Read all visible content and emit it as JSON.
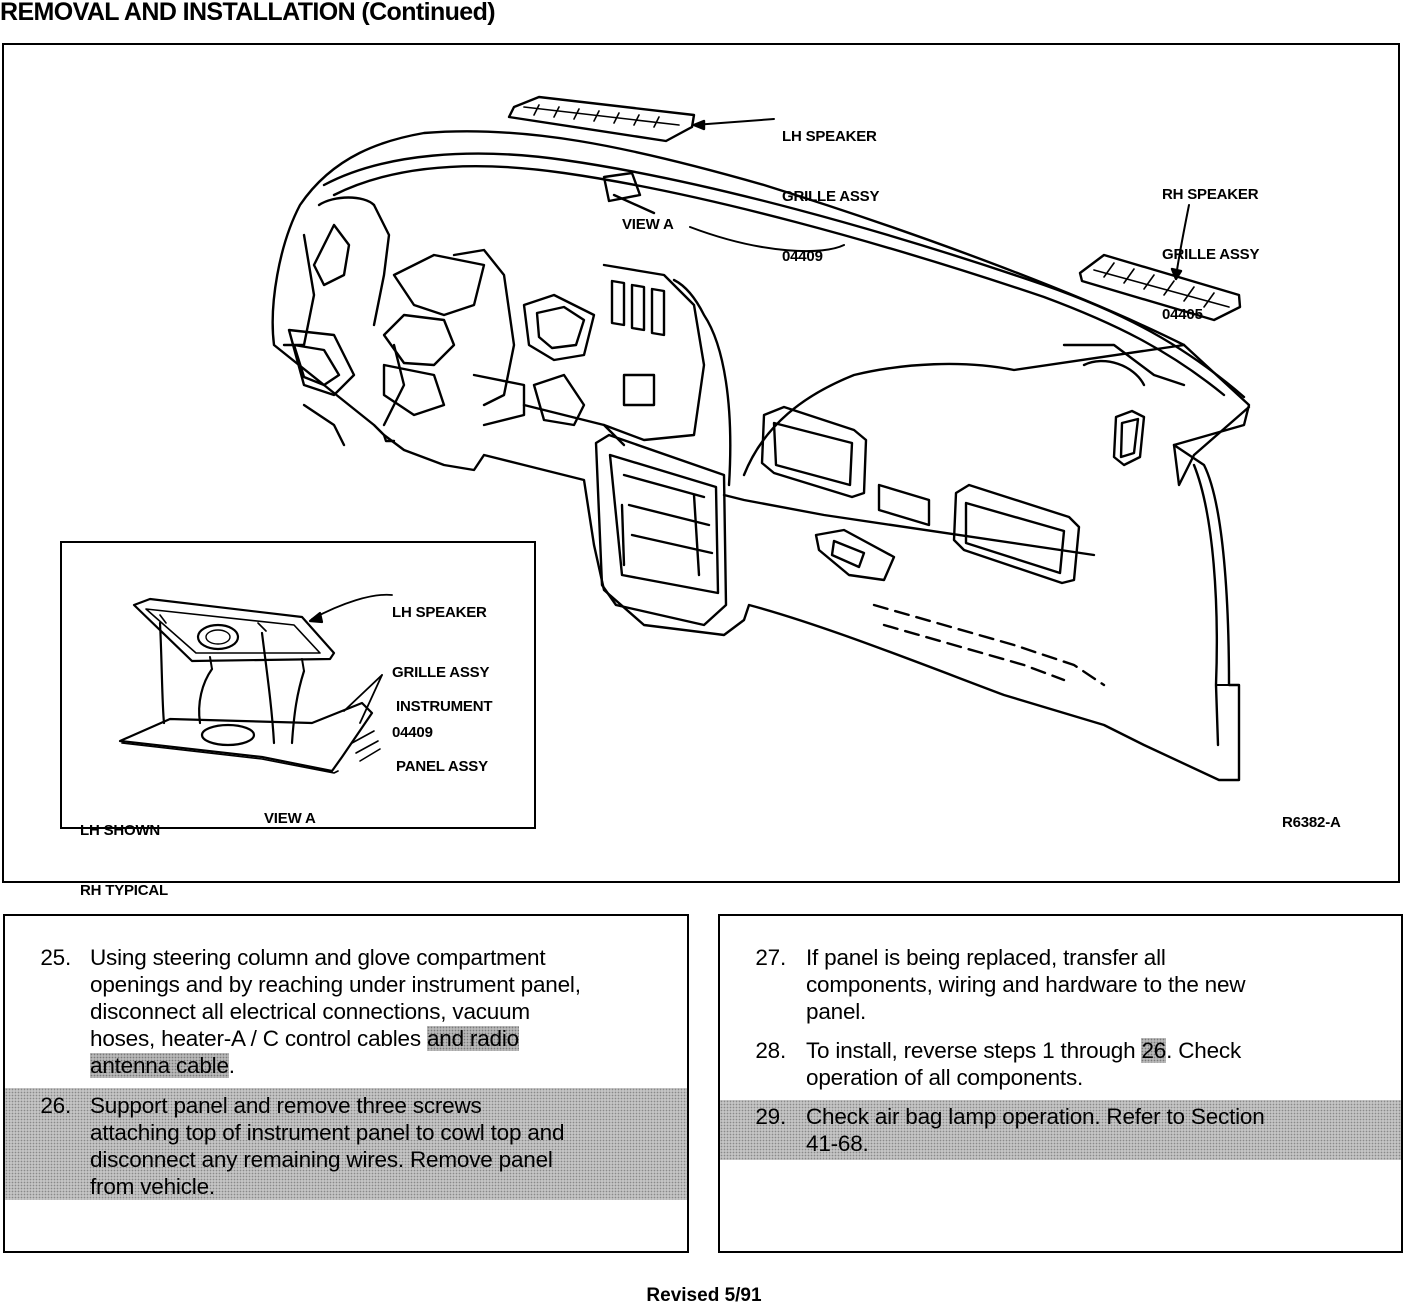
{
  "header": {
    "title": "REMOVAL AND INSTALLATION (Continued)"
  },
  "figure": {
    "labels": {
      "lh_grille_name": "LH SPEAKER",
      "lh_grille_name2": "GRILLE ASSY",
      "lh_grille_part": "04409",
      "rh_grille_name": "RH SPEAKER",
      "rh_grille_name2": "GRILLE ASSY",
      "rh_grille_part": "04405",
      "view_a_callout": "VIEW A",
      "figure_code": "R6382-A"
    },
    "inset": {
      "lh_grille_name": "LH SPEAKER",
      "lh_grille_name2": "GRILLE ASSY",
      "lh_grille_part": "04409",
      "panel_name": "INSTRUMENT",
      "panel_name2": "PANEL ASSY",
      "note_line1": "LH SHOWN",
      "note_line2": "RH TYPICAL",
      "view_title": "VIEW A"
    }
  },
  "steps_left": [
    {
      "number": "25.",
      "lines": [
        "Using steering column and glove compartment",
        "openings and by reaching under instrument panel,",
        "disconnect all electrical connections, vacuum",
        "hoses, heater-A / C control cables "
      ],
      "highlight_1": "and radio",
      "highlight_2": "antenna cable",
      "tail": "."
    },
    {
      "number": "26.",
      "lines": [
        "Support panel and remove three screws",
        "attaching top of instrument panel to cowl top and",
        "disconnect any remaining wires. Remove panel",
        "from vehicle."
      ]
    }
  ],
  "steps_right": [
    {
      "number": "27.",
      "lines": [
        "If panel is being replaced, transfer all",
        "components, wiring and hardware to the new",
        "panel."
      ]
    },
    {
      "number": "28.",
      "line1_pre": "To install, reverse steps 1 through ",
      "line1_hl": "26",
      "line1_post": ". Check",
      "line2": "operation of all components."
    },
    {
      "number": "29.",
      "lines": [
        "Check air bag lamp operation. Refer to Section",
        "41-68."
      ]
    }
  ],
  "footer": {
    "revision": "Revised 5/91"
  }
}
